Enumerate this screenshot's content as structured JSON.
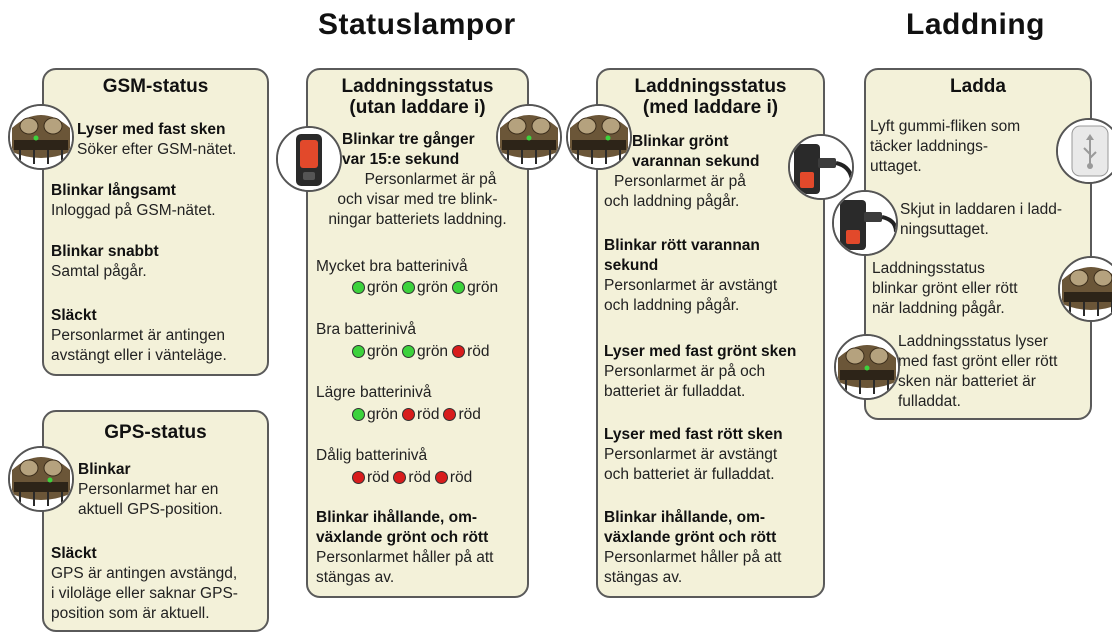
{
  "headings": {
    "status": "Statuslampor",
    "charging": "Laddning"
  },
  "gsm": {
    "title": "GSM-status",
    "items": [
      {
        "head": "Lyser med fast sken",
        "text": "Söker efter GSM-nätet."
      },
      {
        "head": "Blinkar långsamt",
        "text": "Inloggad på GSM-nätet."
      },
      {
        "head": "Blinkar snabbt",
        "text": "Samtal pågår."
      },
      {
        "head": "Släckt",
        "text1": "Personlarmet är antingen",
        "text2": "avstängt eller i vänteläge."
      }
    ]
  },
  "gps": {
    "title": "GPS-status",
    "items": [
      {
        "head": "Blinkar",
        "text1": "Personlarmet har en",
        "text2": "aktuell GPS-position."
      },
      {
        "head": "Släckt",
        "text1": "GPS är antingen avstängd,",
        "text2": "i viloläge eller saknar GPS-",
        "text3": "position som är aktuell."
      }
    ]
  },
  "battery_no_charger": {
    "title1": "Laddningsstatus",
    "title2": "(utan laddare i)",
    "intro_head1": "Blinkar tre gånger",
    "intro_head2": "var 15:e sekund",
    "intro_text1": "Personlarmet är på",
    "intro_text2": "och visar med tre blink-",
    "intro_text3": "ningar batteriets laddning.",
    "levels": [
      {
        "label": "Mycket bra batterinivå",
        "dots": [
          {
            "color": "green",
            "text": "grön"
          },
          {
            "color": "green",
            "text": "grön"
          },
          {
            "color": "green",
            "text": "grön"
          }
        ]
      },
      {
        "label": "Bra batterinivå",
        "dots": [
          {
            "color": "green",
            "text": "grön"
          },
          {
            "color": "green",
            "text": "grön"
          },
          {
            "color": "red",
            "text": "röd"
          }
        ]
      },
      {
        "label": "Lägre batterinivå",
        "dots": [
          {
            "color": "green",
            "text": "grön"
          },
          {
            "color": "red",
            "text": "röd"
          },
          {
            "color": "red",
            "text": "röd"
          }
        ]
      },
      {
        "label": "Dålig batterinivå",
        "dots": [
          {
            "color": "red",
            "text": "röd"
          },
          {
            "color": "red",
            "text": "röd"
          },
          {
            "color": "red",
            "text": "röd"
          }
        ]
      }
    ],
    "final_head1": "Blinkar ihållande, om-",
    "final_head2": "växlande grönt och rött",
    "final_text1": "Personlarmet håller på att",
    "final_text2": "stängas av."
  },
  "battery_with_charger": {
    "title1": "Laddningsstatus",
    "title2": "(med laddare i)",
    "items": [
      {
        "head1": "Blinkar grönt",
        "head2": "varannan sekund",
        "text1": "Personlarmet är på",
        "text2": "och laddning pågår."
      },
      {
        "head1": "Blinkar rött varannan",
        "head2": "sekund",
        "text1": "Personlarmet är avstängt",
        "text2": "och laddning pågår."
      },
      {
        "head1": "Lyser med fast grönt sken",
        "text1": "Personlarmet är på och",
        "text2": "batteriet är fulladdat."
      },
      {
        "head1": "Lyser med fast rött sken",
        "text1": "Personlarmet är avstängt",
        "text2": "och batteriet är fulladdat."
      },
      {
        "head1": "Blinkar ihållande, om-",
        "head2": "växlande grönt och rött",
        "text1": "Personlarmet håller på att",
        "text2": "stängas av."
      }
    ]
  },
  "charge": {
    "title": "Ladda",
    "step1": [
      "Lyft gummi-fliken som",
      "täcker laddnings-",
      "uttaget."
    ],
    "step2": [
      "Skjut in laddaren i ladd-",
      "ningsuttaget."
    ],
    "step3": [
      "Laddningsstatus",
      "blinkar grönt eller rött",
      "när laddning pågår."
    ],
    "step4": [
      "Laddningsstatus lyser",
      "med fast grönt eller rött",
      "sken när batteriet är",
      "fulladdat."
    ]
  },
  "colors": {
    "card_bg": "#f3f1d9",
    "border": "#5a5a5a",
    "led_green": "#3cd23c",
    "led_red": "#d81c1c"
  },
  "icons": [
    "device-led-icon",
    "device-front-icon",
    "charger-plug-icon",
    "usb-port-icon"
  ]
}
